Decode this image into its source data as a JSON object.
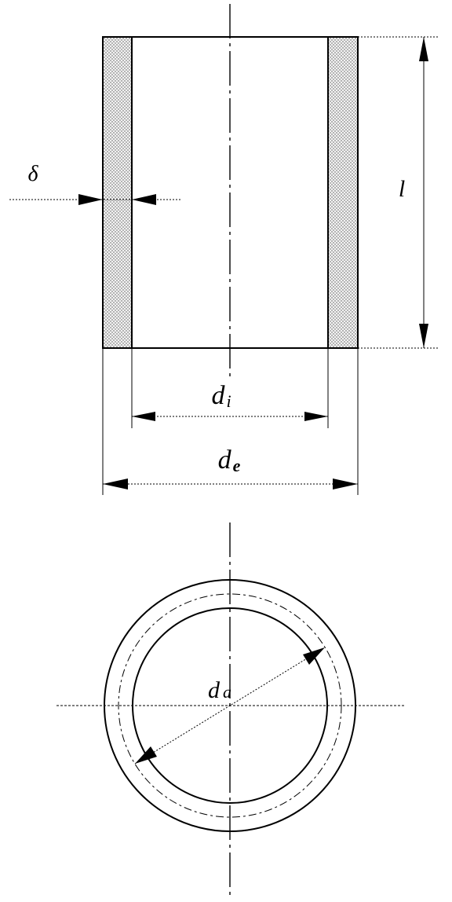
{
  "labels": {
    "wall_thickness": "δ",
    "length": "l",
    "inner_diameter_main": "d",
    "inner_diameter_sub": "i",
    "outer_diameter_main": "d",
    "outer_diameter_sub": "e",
    "mean_diameter_main": "d",
    "mean_diameter_sub": "a"
  },
  "colors": {
    "line": "#000000",
    "hatch_fill": "#f2f2f2",
    "hatch_dot": "#555555",
    "background": "#ffffff"
  }
}
